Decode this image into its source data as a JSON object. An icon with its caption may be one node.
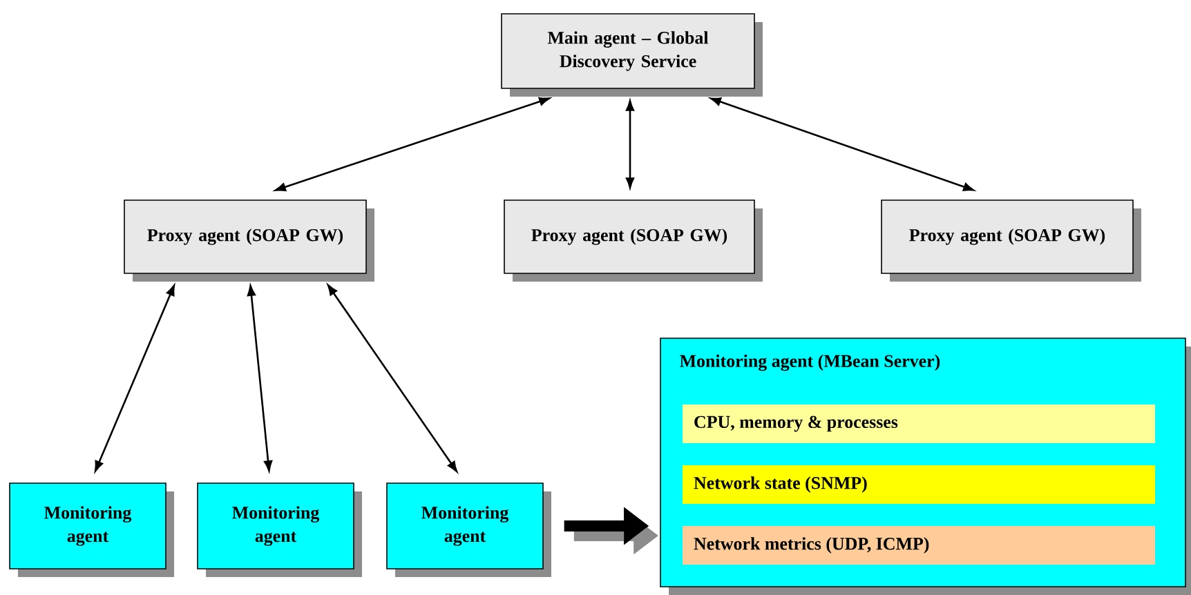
{
  "diagram": {
    "nodes": [
      {
        "text": [
          "Main agent – Global Discovery Service"
        ]
      },
      {
        "text": [
          "Proxy agent (SOAP GW)"
        ]
      },
      {
        "text": [
          "Proxy agent (SOAP GW)"
        ]
      },
      {
        "text": [
          "Proxy agent (SOAP GW)"
        ]
      },
      {
        "text": [
          "Monitoring agent"
        ]
      },
      {
        "text": [
          "Monitoring agent"
        ]
      },
      {
        "text": [
          "Monitoring agent"
        ]
      },
      {
        "text": [
          "Monitoring agent (MBean Server)"
        ]
      },
      {
        "text": [
          "CPU, memory & processes"
        ],
        "in": 7
      },
      {
        "text": [
          "Network state (SNMP)"
        ],
        "in": 7
      },
      {
        "text": [
          "Network metrics (UDP, ICMP)"
        ],
        "in": 7
      }
    ],
    "edges": [
      {
        "from": 0,
        "to": 1,
        "arrow": "both"
      },
      {
        "from": 0,
        "to": 2,
        "arrow": "both"
      },
      {
        "from": 0,
        "to": 3,
        "arrow": "both"
      },
      {
        "from": 1,
        "to": 4,
        "arrow": "both"
      },
      {
        "from": 1,
        "to": 5,
        "arrow": "both"
      },
      {
        "from": 1,
        "to": 6,
        "arrow": "both"
      },
      {
        "from": 6,
        "to": 7,
        "arrow": "to",
        "style": "thick"
      }
    ]
  }
}
